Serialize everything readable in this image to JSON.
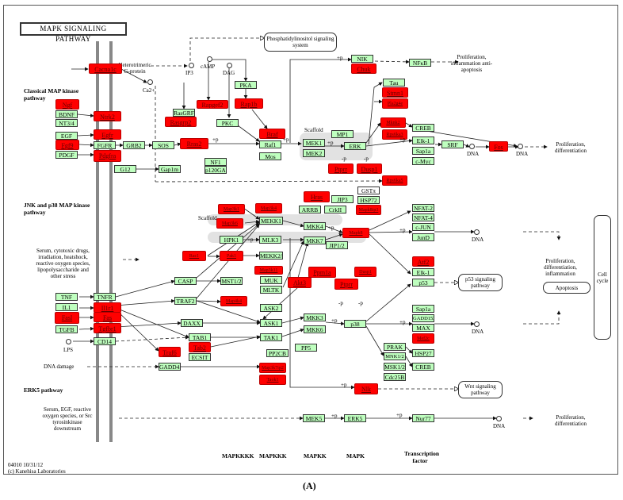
{
  "title": "MAPK SIGNALING PATHWAY",
  "caption": "(A)",
  "footer": {
    "id": "04010 10/31/12",
    "copyright": "(c) Kanehisa Laboratories"
  },
  "colors": {
    "expressed": "#ff0000",
    "gene": "#bfffbf"
  },
  "sections": {
    "classical": "Classical MAP kinase pathway",
    "jnk": "JNK and p38 MAP kinase pathway",
    "erk5": "ERK5 pathway"
  },
  "texts": {
    "hetero": "Heterotrimeric G-protein",
    "ip3": "IP3",
    "camp": "cAMP",
    "dag": "DAG",
    "ca": "Ca2+",
    "scaffold": "Scaffold",
    "scaffold2": "Scaffold",
    "prolif1": "Proliferation, inflammation anti-apoptosis",
    "prolif2": "Proliferation, differentiation",
    "dna1": "DNA",
    "dna2": "DNA",
    "dna3": "DNA",
    "dna4": "DNA",
    "dna5": "DNA",
    "stress": "Serum, cytotoxic drugs, irradiation, heatshock, reactive oxygen species, lipopolysaccharide and other stress",
    "lps": "LPS",
    "dnadamage": "DNA damage",
    "serum": "Serum, EGF, reactive oxygen species, or Src tyrosinkinase downstream",
    "prolif3": "Proliferation, differentiation, inflammation",
    "prolif4": "Proliferation, differentiation",
    "p": "+p",
    "mp": "-p"
  },
  "boxes": {
    "pi": "Phosphatidylinositol signaling system",
    "p53": "p53 signaling pathway",
    "apoptosis": "Apoptosis",
    "cellcycle": "Cell cycle",
    "wnt": "Wnt signaling pathway"
  },
  "levels": [
    "MAPKKKK",
    "MAPKKK",
    "MAPKK",
    "MAPK",
    "Transcription factor"
  ],
  "nodes": {
    "cacna1c": "Cacna1c",
    "ngf": "Ngf",
    "bdnf": "BDNF",
    "nt34": "NT3/4",
    "ntrk2": "Ntrk2",
    "egf": "EGF",
    "egfr": "Egfr",
    "fgf9": "Fgf9",
    "fgfr": "FGFR",
    "pdgf": "PDGF",
    "pdgfra": "Pdgfra",
    "grb2": "GRB2",
    "sos": "SOS",
    "rras2": "Rras2",
    "rasgrf": "RasGRF",
    "rasgrp2": "Rasgrp2",
    "rapgef2": "Rapgef2",
    "pkc": "PKC",
    "pka": "PKA",
    "rap1b": "Rap1b",
    "braf": "Braf",
    "raf1": "Raf1",
    "mos": "Mos",
    "nf1": "NF1",
    "p120gap": "p120GAP",
    "g12": "G12",
    "gap1m": "Gap1m",
    "mek1": "MEK1",
    "mek2": "MEK2",
    "mp1": "MP1",
    "erk": "ERK",
    "ptprr": "Ptprr",
    "dusp1": "Dusp1",
    "nik": "NIK",
    "chuk": "Chuk",
    "nfkb": "NFκB",
    "tau": "Tau",
    "stmn1": "Stmn1",
    "pla2g4e": "Pla2g4e",
    "mknk2": "Mknk2",
    "rps6ka3": "Rps6ka3",
    "creb": "CREB",
    "elk1": "Elk-1",
    "sap1a": "Sap1a",
    "cmyc": "c-Myc",
    "srf": "SRF",
    "fos": "Fos",
    "rps6ka5": "Rps6ka5",
    "map3k1": "Map3k1",
    "map3k4": "Map3k4",
    "map3k6": "Map3k6",
    "mekk1": "MEKK1",
    "hpk1": "HPK1",
    "mlk3": "MLK3",
    "mekk23": "MEKK2/3",
    "rac1": "Rac1",
    "pak1": "Pak1",
    "mkk4": "MKK4",
    "mkk7": "MKK7",
    "jip12": "JIP1/2",
    "hras": "Hras",
    "jip3": "JIP3",
    "arrb": "ARRB",
    "crkii": "CrkII",
    "gstx": "GSTπ",
    "hsp72": "HSP72",
    "mapk8ip": "Mapk8ip3",
    "mapk8": "Mapk8",
    "nfat2": "NFAT-2",
    "nfat4": "NFAT-4",
    "cjun": "c-JUN",
    "jund": "JunD",
    "atf2": "Atf2",
    "elk1b": "Elk-1",
    "p53": "p53",
    "sap1ab": "Sap1a",
    "gadd153": "GADD153",
    "max": "MAX",
    "mef2c": "Mef2c",
    "casp": "CASP",
    "mst12": "MST1/2",
    "traf2": "TRAF2",
    "map4k4": "Map4k4",
    "tnf": "TNF",
    "il1": "IL1",
    "fasl": "Fasl",
    "tgfb": "TGFB",
    "tnfr": "TNFR",
    "il1r1": "Il1r1",
    "fas": "Fas",
    "tgfbr1": "Tgfbr1",
    "cd14": "CD14",
    "daxx": "DAXX",
    "tab1": "TAB1",
    "tab2": "Tab2",
    "ecsit": "ECSIT",
    "traf6": "Traf6",
    "ask2": "ASK2",
    "ask1": "ASK1",
    "tak1": "TAK1",
    "pp2cb": "PP2CB",
    "map3k7ip": "Map3k7ip2",
    "taok1": "Taok1",
    "gadd45": "GADD45",
    "map3k11": "Map3k11",
    "muk": "MUK",
    "mltk": "MLTK",
    "akt3": "Akt3",
    "ppm1a": "Ppm1a",
    "ptprr2": "Ptprr",
    "dusp1b": "Dusp1",
    "mkk3": "MKK3",
    "mkk6": "MKK6",
    "p38": "p38",
    "pp5": "PP5",
    "prak": "PRAK",
    "mnk12": "MNK1/2",
    "msk12": "MSK1/2",
    "cdc25b": "Cdc25B",
    "hsp27": "HSP27",
    "creb2": "CREB",
    "nlk": "Nlk",
    "mek5": "MEK5",
    "erk5": "ERK5",
    "nur77": "Nur77"
  }
}
